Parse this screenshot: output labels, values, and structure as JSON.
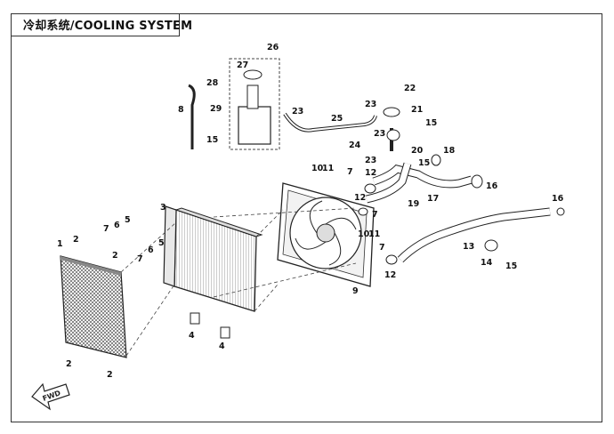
{
  "title": "冷却系统/COOLING SYSTEM",
  "fwd_label": "FWD",
  "watermark": "",
  "callouts": [
    {
      "id": "c1",
      "text": "1"
    },
    {
      "id": "c2a",
      "text": "2"
    },
    {
      "id": "c2b",
      "text": "2"
    },
    {
      "id": "c2c",
      "text": "2"
    },
    {
      "id": "c2d",
      "text": "2"
    },
    {
      "id": "c3",
      "text": "3"
    },
    {
      "id": "c4a",
      "text": "4"
    },
    {
      "id": "c4b",
      "text": "4"
    },
    {
      "id": "c5a",
      "text": "5"
    },
    {
      "id": "c5b",
      "text": "5"
    },
    {
      "id": "c6a",
      "text": "6"
    },
    {
      "id": "c6b",
      "text": "6"
    },
    {
      "id": "c7a",
      "text": "7"
    },
    {
      "id": "c7b",
      "text": "7"
    },
    {
      "id": "c7c",
      "text": "7"
    },
    {
      "id": "c7d",
      "text": "7"
    },
    {
      "id": "c7e",
      "text": "7"
    },
    {
      "id": "c8",
      "text": "8"
    },
    {
      "id": "c9",
      "text": "9"
    },
    {
      "id": "c10a",
      "text": "10"
    },
    {
      "id": "c10b",
      "text": "10"
    },
    {
      "id": "c11a",
      "text": "11"
    },
    {
      "id": "c11b",
      "text": "11"
    },
    {
      "id": "c12a",
      "text": "12"
    },
    {
      "id": "c12b",
      "text": "12"
    },
    {
      "id": "c12c",
      "text": "12"
    },
    {
      "id": "c13",
      "text": "13"
    },
    {
      "id": "c14",
      "text": "14"
    },
    {
      "id": "c15a",
      "text": "15"
    },
    {
      "id": "c15b",
      "text": "15"
    },
    {
      "id": "c15c",
      "text": "15"
    },
    {
      "id": "c15d",
      "text": "15"
    },
    {
      "id": "c16a",
      "text": "16"
    },
    {
      "id": "c16b",
      "text": "16"
    },
    {
      "id": "c17",
      "text": "17"
    },
    {
      "id": "c18",
      "text": "18"
    },
    {
      "id": "c19",
      "text": "19"
    },
    {
      "id": "c20",
      "text": "20"
    },
    {
      "id": "c21",
      "text": "21"
    },
    {
      "id": "c22",
      "text": "22"
    },
    {
      "id": "c23a",
      "text": "23"
    },
    {
      "id": "c23b",
      "text": "23"
    },
    {
      "id": "c23c",
      "text": "23"
    },
    {
      "id": "c23d",
      "text": "23"
    },
    {
      "id": "c24",
      "text": "24"
    },
    {
      "id": "c25",
      "text": "25"
    },
    {
      "id": "c26",
      "text": "26"
    },
    {
      "id": "c27",
      "text": "27"
    },
    {
      "id": "c28",
      "text": "28"
    },
    {
      "id": "c29",
      "text": "29"
    }
  ]
}
